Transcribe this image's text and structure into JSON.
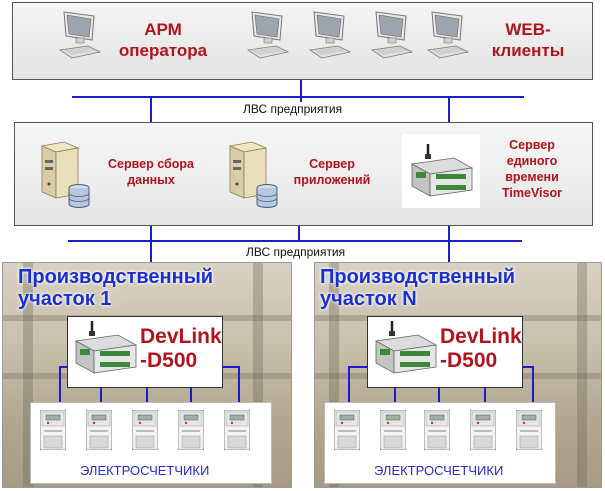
{
  "top": {
    "arm_line1": "АРМ",
    "arm_line2": "оператора",
    "web_line1": "WEB-",
    "web_line2": "клиенты"
  },
  "lan1": "ЛВС предприятия",
  "lan2": "ЛВС предприятия",
  "servers": {
    "data_line1": "Сервер сбора",
    "data_line2": "данных",
    "app_line1": "Сервер",
    "app_line2": "приложений",
    "time_line1": "Сервер",
    "time_line2": "единого",
    "time_line3": "времени",
    "time_line4": "TimeVisor"
  },
  "sites": [
    {
      "title_line1": "Производственный",
      "title_line2": "участок 1",
      "device_line1": "DevLink",
      "device_line2": "-D500",
      "meters_label": "ЭЛЕКТРОСЧЕТЧИКИ"
    },
    {
      "title_line1": "Производственный",
      "title_line2": "участок N",
      "device_line1": "DevLink",
      "device_line2": "-D500",
      "meters_label": "ЭЛЕКТРОСЧЕТЧИКИ"
    }
  ],
  "colors": {
    "lan_line": "#1c1ccc",
    "accent_red": "#b0141c",
    "site_title": "#1a2fd0"
  },
  "icons": [
    "computer-icon",
    "server-icon",
    "database-icon",
    "gps-receiver-icon",
    "controller-device-icon",
    "electricity-meter-icon"
  ]
}
